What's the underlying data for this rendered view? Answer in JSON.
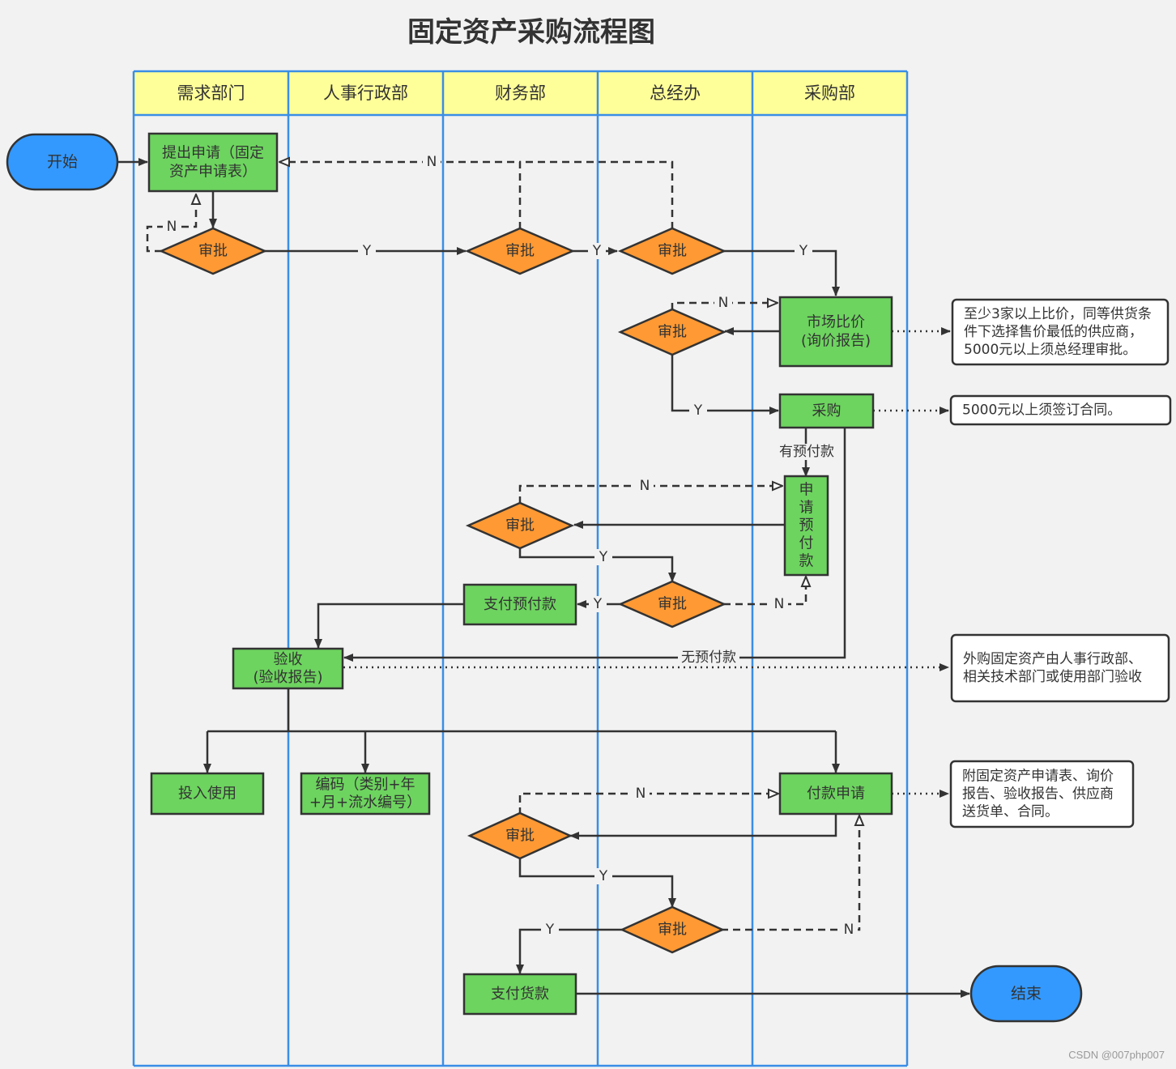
{
  "title": "固定资产采购流程图",
  "watermark": "CSDN @007php007",
  "lanes": [
    "需求部门",
    "人事行政部",
    "财务部",
    "总经办",
    "采购部"
  ],
  "colors": {
    "lane_header": "#ffff99",
    "lane_border": "#3a8ee6",
    "process": "#6dd45f",
    "decision": "#ff9933",
    "terminal": "#3399ff",
    "note": "#ffffff",
    "line": "#333333"
  },
  "nodes": {
    "start": "开始",
    "end": "结束",
    "apply": [
      "提出申请（固定",
      "资产申请表）"
    ],
    "market": [
      "市场比价",
      "(询价报告)"
    ],
    "purchase": "采购",
    "prepay_apply": [
      "申",
      "请",
      "预",
      "付",
      "款"
    ],
    "pay_prepay": "支付预付款",
    "accept": [
      "验收",
      "(验收报告)"
    ],
    "use": "投入使用",
    "coding": [
      "编码（类别+年",
      "+月+流水编号）"
    ],
    "pay_apply": "付款申请",
    "pay_goods": "支付货款",
    "approve": "审批"
  },
  "labels": {
    "yes": "Y",
    "no": "N",
    "has_prepay": "有预付款",
    "no_prepay": "无预付款"
  },
  "notes": {
    "market_note": [
      "至少3家以上比价，同等供货条",
      "件下选择售价最低的供应商，",
      "5000元以上须总经理审批。"
    ],
    "purchase_note": "5000元以上须签订合同。",
    "accept_note": [
      "外购固定资产由人事行政部、",
      "相关技术部门或使用部门验收"
    ],
    "pay_note": [
      "附固定资产申请表、询价",
      "报告、验收报告、供应商",
      "送货单、合同。"
    ]
  }
}
